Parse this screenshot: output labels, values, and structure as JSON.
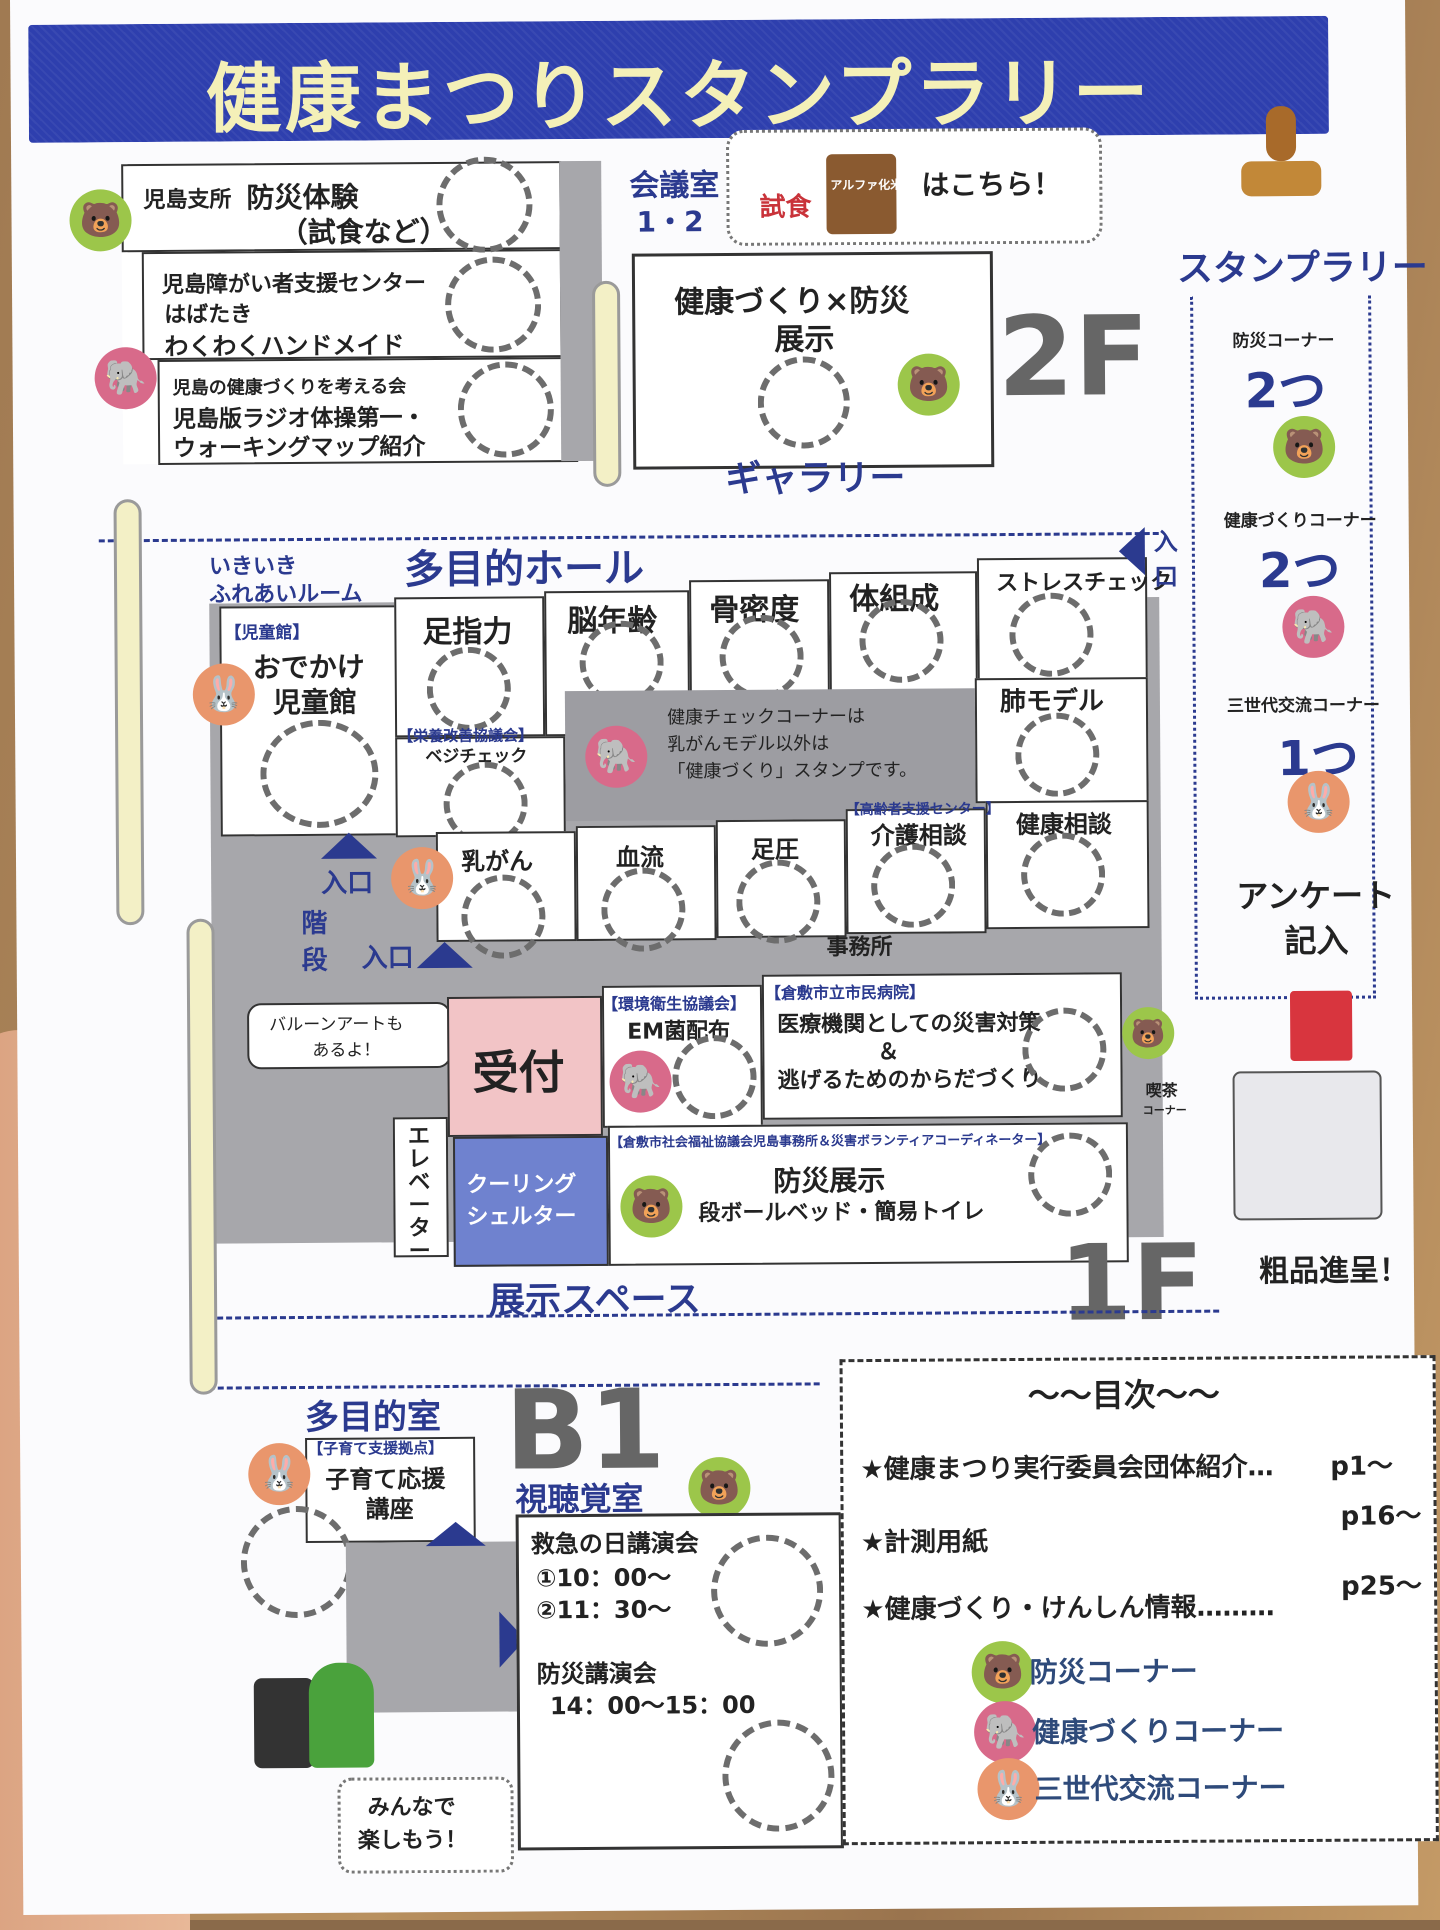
{
  "title": "健康まつりスタンプラリー",
  "floor2": {
    "label": "2F",
    "rooms": [
      {
        "name": "児島支所",
        "detail": "防災体験",
        "detail2": "（試食など）"
      },
      {
        "name": "児島障がい者支援センター",
        "detail": "はばたき",
        "detail2": "わくわくハンドメイド"
      },
      {
        "name": "児島の健康づくりを考える会",
        "detail": "児島版ラジオ体操第一・",
        "detail2": "ウォーキングマップ紹介"
      }
    ],
    "meeting_room": "会議室",
    "meeting_room_no": "1・2",
    "tasting": "試食",
    "tasting_product": "アルファ化米",
    "tasting_here": "はこちら！",
    "exhibit_line1": "健康づくり×防災",
    "exhibit_line2": "展示",
    "gallery": "ギャラリー"
  },
  "floor1": {
    "label": "1F",
    "hall": "多目的ホール",
    "fureai1": "いきいき",
    "fureai2": "ふれあいルーム",
    "jidokan_tag": "【児童館】",
    "jidokan1": "おでかけ",
    "jidokan2": "児童館",
    "checks_row1": [
      "足指力",
      "脳年齢",
      "骨密度",
      "体組成",
      "ストレスチェック"
    ],
    "eiyo_tag": "【栄養改善協議会】",
    "veg_check": "ベジチェック",
    "note1": "健康チェックコーナーは",
    "note2": "乳がんモデル以外は",
    "note3": "「健康づくり」スタンプです。",
    "lung": "肺モデル",
    "checks_row3": [
      "乳がん",
      "血流",
      "足圧"
    ],
    "koreisha_tag": "【高齢者支援センター】",
    "kaigo": "介護相談",
    "kenko_soudan": "健康相談",
    "entrance": "入口",
    "stairs": "階段",
    "office": "事務所",
    "balloon1": "バルーンアートも",
    "balloon2": "あるよ！",
    "reception": "受付",
    "kankyo_tag": "【環境衛生協議会】",
    "em": "EM菌配布",
    "hospital_tag": "【倉敷市立市民病院】",
    "hosp1": "医療機関としての災害対策",
    "hosp2": "＆",
    "hosp3": "逃げるためのからだづくり",
    "cafe": "喫茶",
    "cafe2": "コーナー",
    "elevator": "エレベーター",
    "cooling": "クーリングシェルター",
    "shakyo_tag": "【倉敷市社会福祉協議会児島事務所＆災害ボランティアコーディネーター】",
    "bosai_ex": "防災展示",
    "bosai_ex2": "段ボールベッド・簡易トイレ",
    "exhibit_space": "展示スペース"
  },
  "floorB1": {
    "label": "B1",
    "room": "多目的室",
    "kosodate_tag": "【子育て支援拠点】",
    "kosodate1": "子育て応援",
    "kosodate2": "講座",
    "av_room": "視聴覚室",
    "kyukyu": "救急の日講演会",
    "kyukyu_t1": "①10：00〜",
    "kyukyu_t2": "②11：30〜",
    "bosai_lecture": "防災講演会",
    "bosai_time": "14：00〜15：00",
    "mascot_bubble1": "みんなで",
    "mascot_bubble2": "楽しもう！"
  },
  "rally": {
    "heading": "スタンプラリー",
    "corners": [
      {
        "name": "防災コーナー",
        "count": "2つ"
      },
      {
        "name": "健康づくりコーナー",
        "count": "2つ"
      },
      {
        "name": "三世代交流コーナー",
        "count": "1つ"
      }
    ],
    "survey1": "アンケート",
    "survey2": "記入",
    "prize": "粗品進呈！"
  },
  "toc": {
    "title": "〜〜目次〜〜",
    "items": [
      {
        "text": "★健康まつり実行委員会団体紹介…",
        "page": "p1〜"
      },
      {
        "text": "★計測用紙",
        "page": "p16〜"
      },
      {
        "text": "★健康づくり・けんしん情報………",
        "page": "p25〜"
      }
    ],
    "legend": [
      "防災コーナー",
      "健康づくりコーナー",
      "三世代交流コーナー"
    ]
  },
  "colors": {
    "banner": "#2e3fae",
    "title_text": "#f4f0b8",
    "bear_bg": "#9cc64a",
    "elephant_bg": "#d86a8a",
    "rabbit_bg": "#e9966c",
    "reception": "#f2c4c6",
    "cooling": "#6f82cf"
  }
}
